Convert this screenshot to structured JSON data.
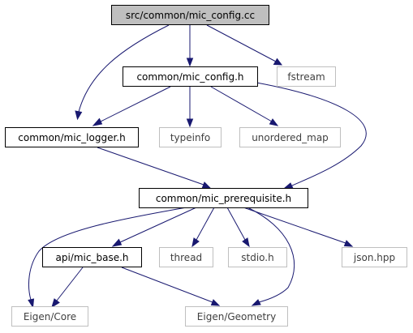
{
  "graph": {
    "nodes": {
      "mic_config_cc": {
        "label": "src/common/mic_config.cc",
        "kind": "main"
      },
      "mic_config_h": {
        "label": "common/mic_config.h",
        "kind": "internal"
      },
      "fstream": {
        "label": "fstream",
        "kind": "external"
      },
      "mic_logger_h": {
        "label": "common/mic_logger.h",
        "kind": "internal"
      },
      "typeinfo": {
        "label": "typeinfo",
        "kind": "external"
      },
      "unordered_map": {
        "label": "unordered_map",
        "kind": "external"
      },
      "mic_prerequisite_h": {
        "label": "common/mic_prerequisite.h",
        "kind": "internal"
      },
      "mic_base_h": {
        "label": "api/mic_base.h",
        "kind": "internal"
      },
      "thread": {
        "label": "thread",
        "kind": "external"
      },
      "stdio_h": {
        "label": "stdio.h",
        "kind": "external"
      },
      "json_hpp": {
        "label": "json.hpp",
        "kind": "external"
      },
      "eigen_core": {
        "label": "Eigen/Core",
        "kind": "external"
      },
      "eigen_geometry": {
        "label": "Eigen/Geometry",
        "kind": "external"
      }
    },
    "colors": {
      "edge": "#191970",
      "main_fill": "#bfbfbf",
      "internal_border": "#000000",
      "external_border": "#bfbfbf",
      "external_text": "#404040"
    }
  }
}
